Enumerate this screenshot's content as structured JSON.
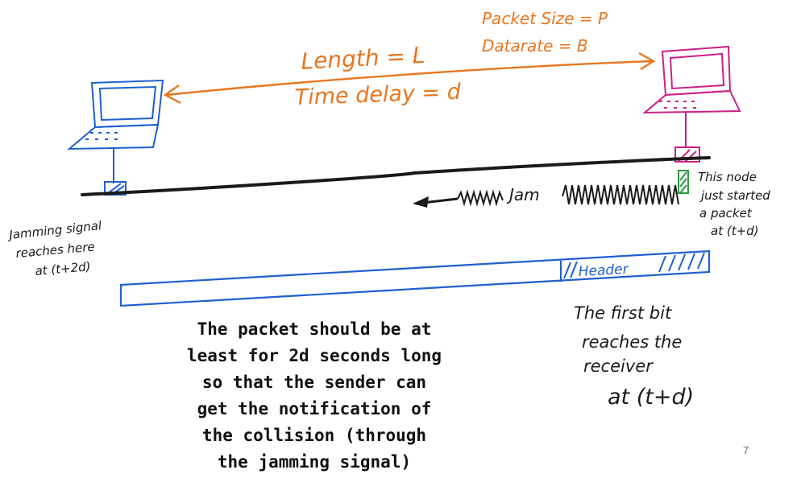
{
  "annotations": {
    "packet_size": "Packet Size = P",
    "datarate": "Datarate = B",
    "length": "Length = L",
    "time_delay": "Time delay = d",
    "jam": "Jam",
    "jamming_note": [
      "Jamming signal",
      "reaches here",
      "at (t+2d)"
    ],
    "node_note": [
      "This node",
      "just started",
      "a packet",
      "at (t+d)"
    ],
    "header": "Header",
    "first_bit_note": [
      "The first bit",
      "reaches the",
      "receiver",
      "at (t+d)"
    ]
  },
  "caption_lines": [
    "The packet should be at",
    "least for 2d seconds long",
    "so that the sender can",
    "get the notification of",
    "the collision (through",
    "the jamming signal)"
  ],
  "page_number": "7",
  "colors": {
    "orange": "#e8761e",
    "blue": "#1f5fd0",
    "magenta": "#cc1f86",
    "green": "#2a9a3a",
    "ink": "#1a1a1a"
  }
}
